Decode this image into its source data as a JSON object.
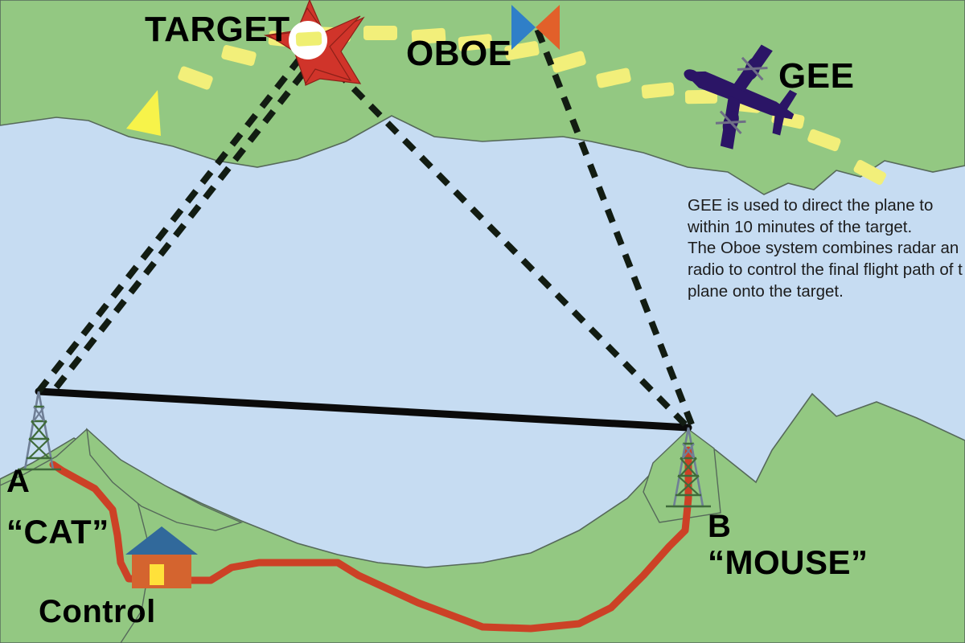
{
  "diagram": {
    "title": "GEE and Oboe bomber navigation diagram",
    "labels": {
      "target": "TARGET",
      "oboe": "OBOE",
      "gee": "GEE",
      "station_a": "A",
      "station_a_codename": "“CAT”",
      "control": "Control",
      "station_b": "B",
      "station_b_codename": "“MOUSE”"
    },
    "note": {
      "lines": [
        "GEE is used to direct the plane to",
        "within 10 minutes of the target.",
        "The Oboe system combines radar an",
        "radio to control the final flight path of t",
        "plane onto the target."
      ],
      "text": "GEE is used to direct the plane to\nwithin 10 minutes of the target.\nThe Oboe system combines radar an\nradio to control the final flight path of t\nplane onto the target."
    },
    "colors": {
      "land": "#93c882",
      "water": "#c6dcf2",
      "coast_stroke": "#3d4d3a",
      "flight_path": "#f0ef6e",
      "flight_path_arrow": "#f7f34a",
      "cable": "#cc4126",
      "baseline": "#000000",
      "radio_beam": "#121c12",
      "star": "#d0342a",
      "star_center": "#ffffff",
      "oboe_left": "#2f7fc8",
      "oboe_right": "#e2602a",
      "plane": "#2b1566",
      "tower": "#3f6b3a",
      "tower_top": "#6f7f96",
      "house_roof": "#31699b",
      "house_wall": "#d4642f",
      "house_door": "#ffe13a",
      "label_text": "#000000"
    },
    "icons": {
      "target": "star-icon",
      "oboe": "bowtie-beacon-icon",
      "gee": "bomber-plane-icon",
      "station_a": "radio-tower-icon",
      "station_b": "radio-tower-icon",
      "control": "house-icon",
      "flight_direction": "arrow-head-icon"
    },
    "elements": {
      "flight_path_name": "dashed yellow flight path",
      "baseline_name": "A–B baseline",
      "beam_name": "dashed radio/radar beams",
      "cable_name": "red control cable"
    }
  }
}
